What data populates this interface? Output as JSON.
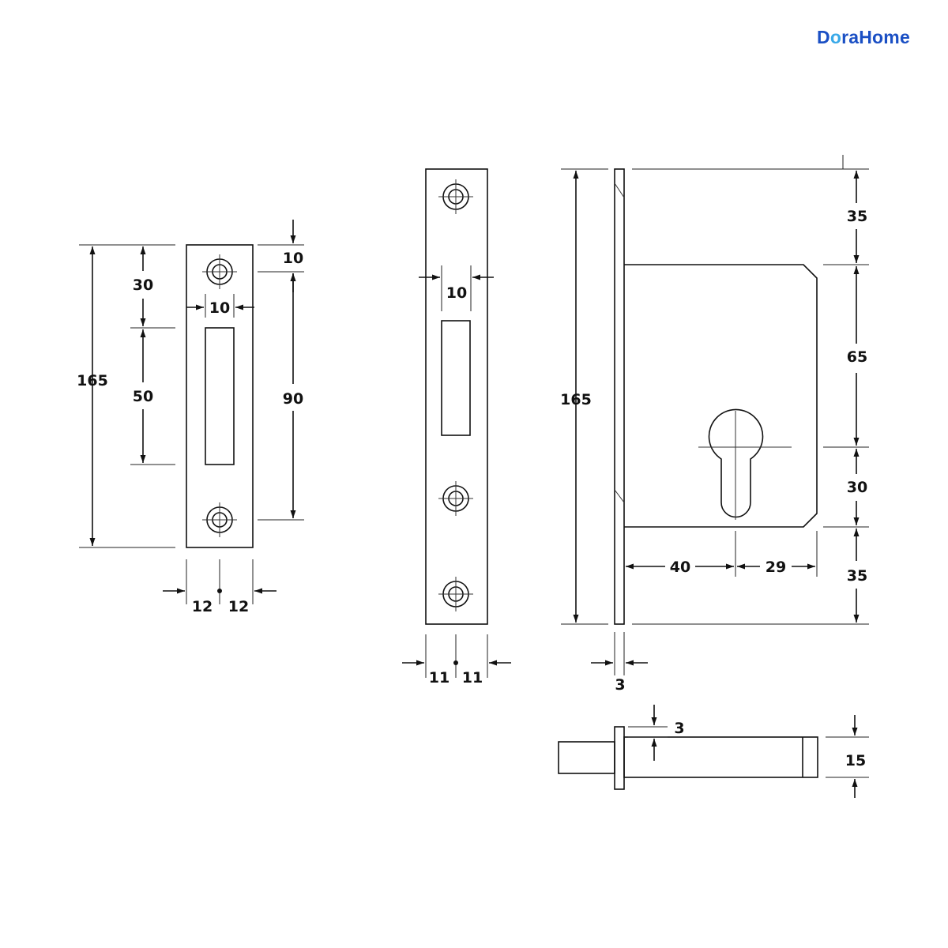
{
  "brand": {
    "logo_text": "DoraHome",
    "color_primary": "#1a4fc4",
    "color_accent": "#39a9e8"
  },
  "strike_plate": {
    "height": "165",
    "top_to_slot": "30",
    "slot_height": "50",
    "top_screw_offset": "10",
    "slot_width": "10",
    "screw_spacing": "90",
    "half_width_left": "12",
    "half_width_right": "12"
  },
  "forend": {
    "slot_width": "10",
    "half_width_left": "11",
    "half_width_right": "11"
  },
  "lock_body": {
    "height": "165",
    "top_offset": "35",
    "case_to_cylinder": "65",
    "cylinder_center": "30",
    "bottom_offset": "35",
    "backset": "40",
    "case_remainder": "29",
    "faceplate_thickness": "3"
  },
  "bolt": {
    "plate_thickness": "3",
    "bolt_height": "15"
  }
}
